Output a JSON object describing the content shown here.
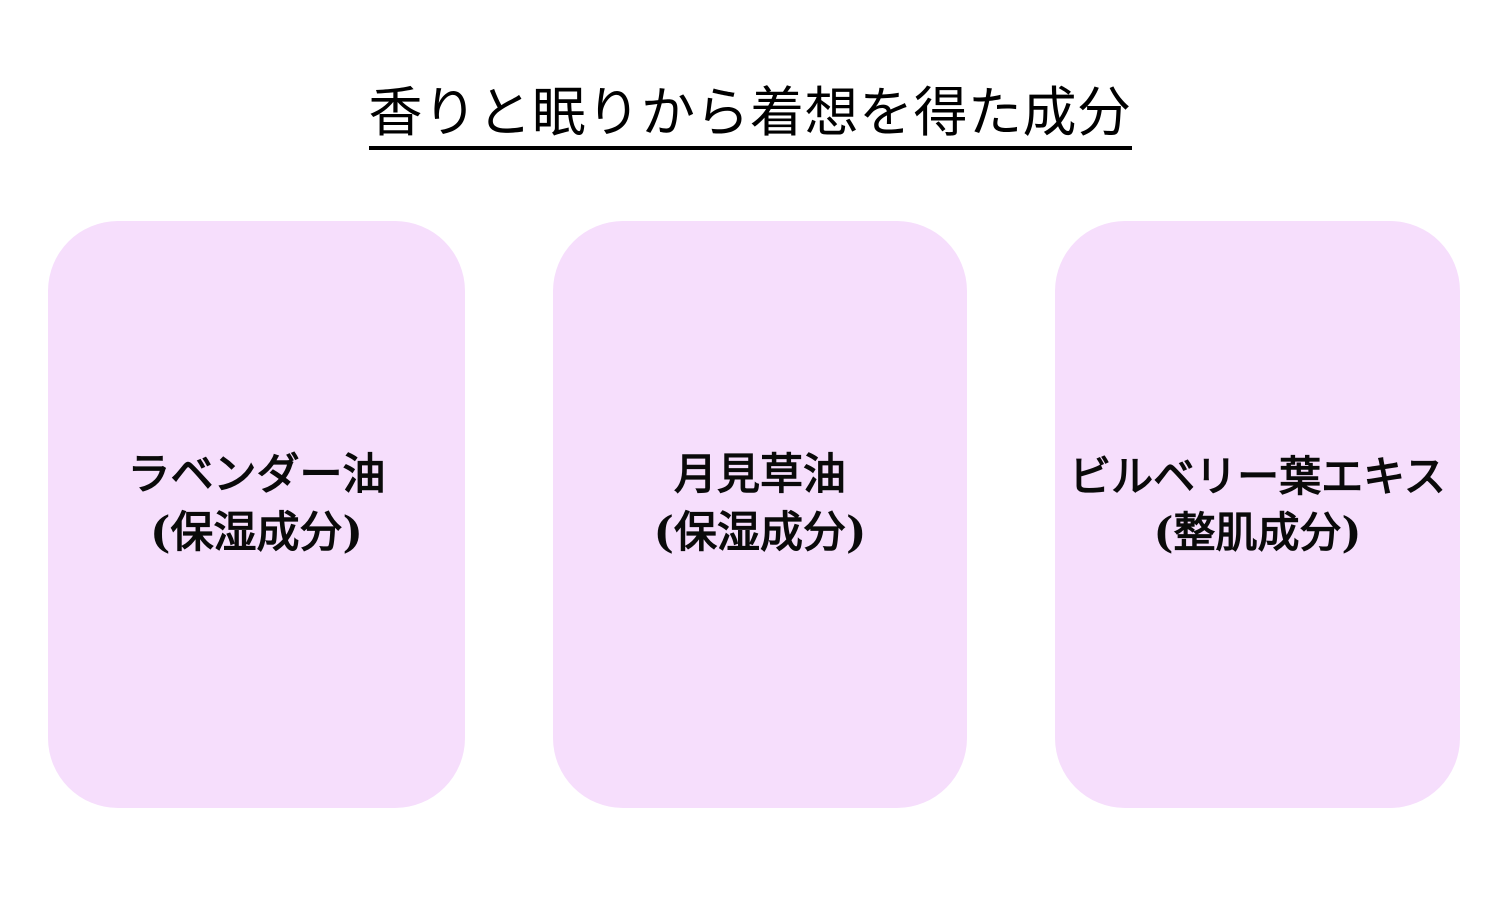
{
  "slide": {
    "background_color": "#ffffff",
    "title": "香りと眠りから着想を得た成分"
  },
  "cards": [
    {
      "name": "lavender-oil",
      "title": "ラベンダー油",
      "subtitle": "(保湿成分)",
      "fill_color": "#f6defc"
    },
    {
      "name": "evening-primrose-oil",
      "title": "月見草油",
      "subtitle": "(保湿成分)",
      "fill_color": "#f6defc"
    },
    {
      "name": "bilberry-leaf-extract",
      "title": "ビルベリー葉エキス",
      "subtitle": "(整肌成分)",
      "fill_color": "#f6defc"
    }
  ]
}
